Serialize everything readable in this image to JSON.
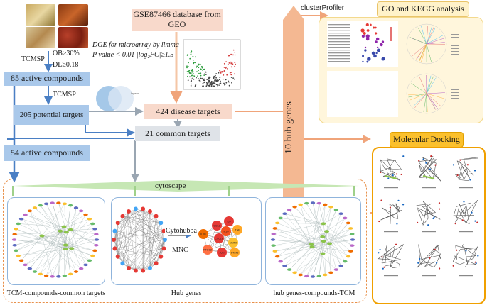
{
  "title_db": "GSE87466 database from GEO",
  "dge_method": "DGE for microarray by limma",
  "dge_threshold": "P value < 0.01   |log₂FC|≥1.5",
  "tcmsp_top": "TCMSP",
  "ob_filter": "OB≥30%",
  "dl_filter": "DL≥0.18",
  "active_compounds_85": "85 active compounds",
  "tcmsp_mid": "TCMSP",
  "potential_targets": "205 potential targets",
  "disease_targets": "424 disease targets",
  "common_targets": "21 common targets",
  "active_compounds_54": "54 active compounds",
  "cytoscape": "cytoscape",
  "hub_genes_vertical": "10 hub genes",
  "cluster_profiler": "clusterProfiler",
  "go_kegg": "GO and KEGG analysis",
  "molecular_docking": "Molecular Docking",
  "panel1_label": "TCM-compounds-common targets",
  "panel2_label": "Hub genes",
  "panel3_label": "hub genes-compounds-TCM",
  "cytohubba": "Cytohubba",
  "mnc": "MNC",
  "hub_node_labels": [
    "CCL2",
    "IL6",
    "TNF",
    "IL1B",
    "CXCL8",
    "MMP9",
    "PTGS2",
    "JUN",
    "STAT3",
    "IL10"
  ],
  "colors": {
    "blue_box": "#a9c8ea",
    "pink_box": "#f8d9cb",
    "grey_box": "#dfe3e8",
    "orange_arrow": "#f0a47a",
    "go_bg": "#fff2c9",
    "go_border": "#e9c46a",
    "dock_border": "#f0a000",
    "dashed_border": "#e8904a"
  }
}
